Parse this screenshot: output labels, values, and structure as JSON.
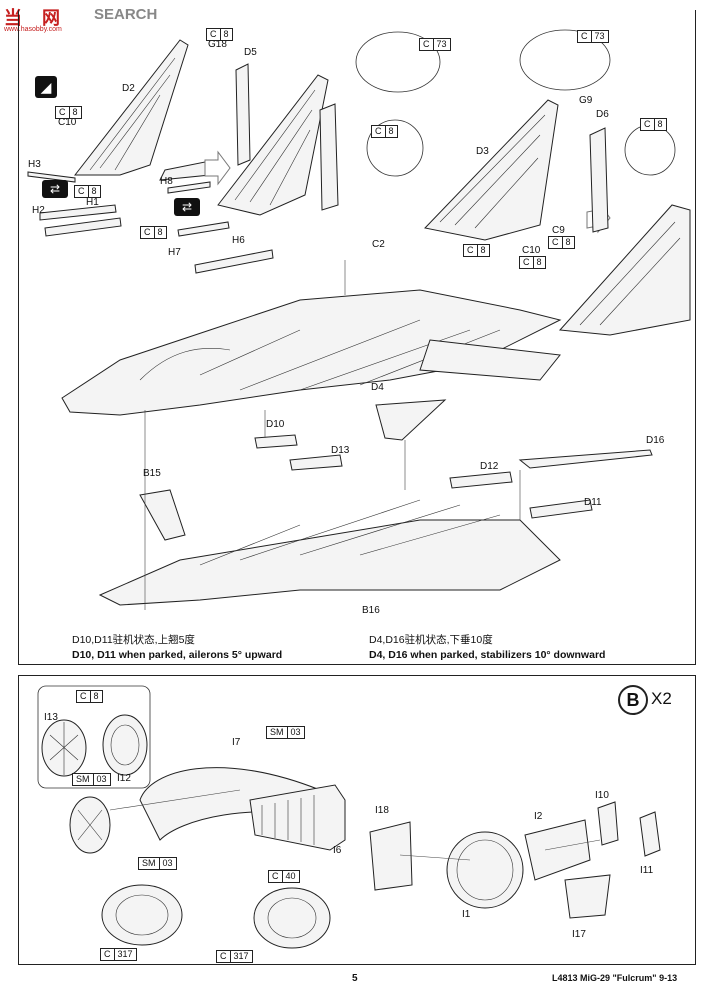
{
  "watermark": {
    "brand_cn": "当",
    "brand_cn2": "网",
    "brand_en": "SEARCH",
    "url": "www.hasobby.com"
  },
  "step_top": {
    "labels": {
      "G18": "G18",
      "D5": "D5",
      "D2": "D2",
      "C10a": "C10",
      "H3": "H3",
      "H2": "H2",
      "H1": "H1",
      "H8": "H8",
      "H7": "H7",
      "H6": "H6",
      "C2": "C2",
      "G9": "G9",
      "D6": "D6",
      "D3": "D3",
      "C9": "C9",
      "C10b": "C10",
      "D4": "D4",
      "D16": "D16",
      "D10": "D10",
      "D13": "D13",
      "D12": "D12",
      "D11": "D11",
      "B15": "B15",
      "B16": "B16"
    },
    "refs": {
      "r1": {
        "letter": "C",
        "num": "8"
      },
      "r2": {
        "letter": "C",
        "num": "8"
      },
      "r3": {
        "letter": "C",
        "num": "8"
      },
      "r4": {
        "letter": "C",
        "num": "8"
      },
      "r5": {
        "letter": "C",
        "num": "73"
      },
      "r6": {
        "letter": "C",
        "num": "8"
      },
      "r7": {
        "letter": "C",
        "num": "73"
      },
      "r8": {
        "letter": "C",
        "num": "8"
      },
      "r9": {
        "letter": "C",
        "num": "8"
      },
      "r10": {
        "letter": "C",
        "num": "8"
      },
      "r11": {
        "letter": "C",
        "num": "8"
      }
    },
    "notes": {
      "ailerons_cn": "D10,D11驻机状态,上翘5度",
      "ailerons_en": "D10, D11 when parked, ailerons 5°  upward",
      "stabilizers_cn": "D4,D16驻机状态,下垂10度",
      "stabilizers_en": "D4, D16 when parked, stabilizers 10°  downward"
    }
  },
  "step_bottom": {
    "badge": "B",
    "multiplier": "X2",
    "labels": {
      "I13": "I13",
      "I12": "I12",
      "I7": "I7",
      "I6": "I6",
      "I18": "I18",
      "I2": "I2",
      "I10": "I10",
      "I11": "I11",
      "I1": "I1",
      "I17": "I17"
    },
    "refs": {
      "c8": {
        "letter": "C",
        "num": "8"
      },
      "sm03a": {
        "letter": "SM",
        "num": "03"
      },
      "sm03b": {
        "letter": "SM",
        "num": "03"
      },
      "sm03c": {
        "letter": "SM",
        "num": "03"
      },
      "c40": {
        "letter": "C",
        "num": "40"
      },
      "c317a": {
        "letter": "C",
        "num": "317"
      },
      "c317b": {
        "letter": "C",
        "num": "317"
      }
    }
  },
  "footer": {
    "page_number": "5",
    "product": "L4813 MiG-29 \"Fulcrum\" 9-13"
  }
}
